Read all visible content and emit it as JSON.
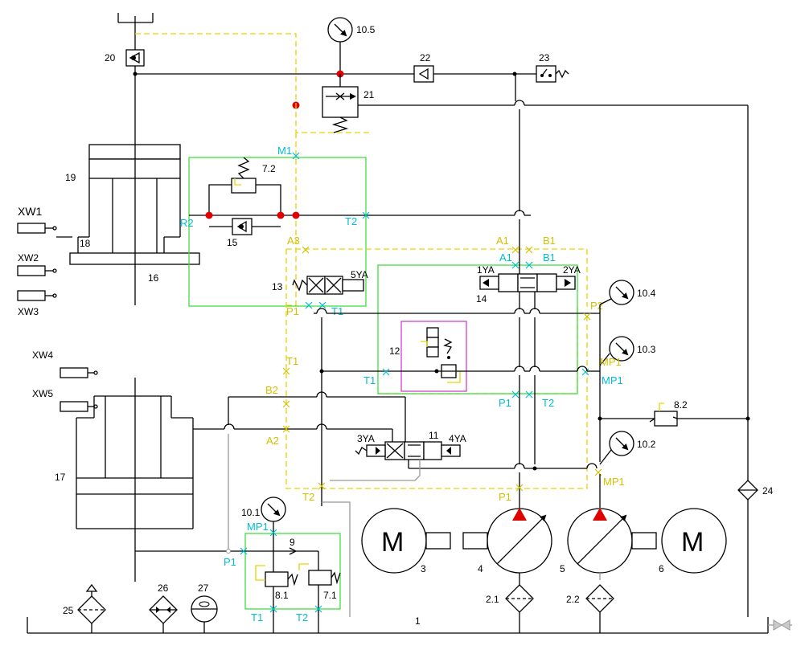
{
  "components": {
    "pressure_gauges": [
      {
        "id": "g105",
        "label": "10.5"
      },
      {
        "id": "g104",
        "label": "10.4"
      },
      {
        "id": "g103",
        "label": "10.3"
      },
      {
        "id": "g102",
        "label": "10.2"
      },
      {
        "id": "g101",
        "label": "10.1"
      }
    ],
    "numbers": {
      "n20": "20",
      "n21": "21",
      "n22": "22",
      "n23": "23",
      "n19": "19",
      "n72": "7.2",
      "n15": "15",
      "n18": "18",
      "n16": "16",
      "n13": "13",
      "n14": "14",
      "n12": "12",
      "n11": "11",
      "n17": "17",
      "n82": "8.2",
      "n24": "24",
      "n9": "9",
      "n81": "8.1",
      "n71": "7.1",
      "n3": "3",
      "n4": "4",
      "n5": "5",
      "n6": "6",
      "n21b": "2.1",
      "n22b": "2.2",
      "n25": "25",
      "n26": "26",
      "n27": "27",
      "n1": "1"
    },
    "sensors": {
      "xw1": "XW1",
      "xw2": "XW2",
      "xw3": "XW3",
      "xw4": "XW4",
      "xw5": "XW5"
    },
    "solenoids": {
      "s5ya": "5YA",
      "s1ya": "1YA",
      "s2ya": "2YA",
      "s3ya": "3YA",
      "s4ya": "4YA"
    },
    "motors": {
      "m3": "M",
      "m6": "M"
    }
  },
  "ports_cyan": {
    "m1": "M1",
    "r2": "R2",
    "t2a": "T2",
    "a1": "A1",
    "b1": "B1",
    "p1a": "P1",
    "t1a": "T1",
    "t1b": "T1",
    "p1b": "P1",
    "t2b": "T2",
    "mp1a": "MP1",
    "mp1b": "MP1",
    "p1c": "P1",
    "t1c": "T1",
    "t2c": "T2"
  },
  "ports_yellow": {
    "a3": "A3",
    "a1": "A1",
    "b1": "B1",
    "p1": "P1",
    "p2": "P2",
    "mp1a": "MP1",
    "t1": "T1",
    "b2": "B2",
    "a2": "A2",
    "t2": "T2",
    "p1b": "P1",
    "mp1b": "MP1"
  },
  "colors": {
    "line": "#000000",
    "pilot_dashed": "#e8d400",
    "block_outline": "#33dd33",
    "valve12_outline": "#cc33cc",
    "port_label_cyan": "#00bcd4",
    "port_label_yellow": "#d4c000",
    "junction_red": "#e00000",
    "pump_arrow_red": "#e00000"
  }
}
